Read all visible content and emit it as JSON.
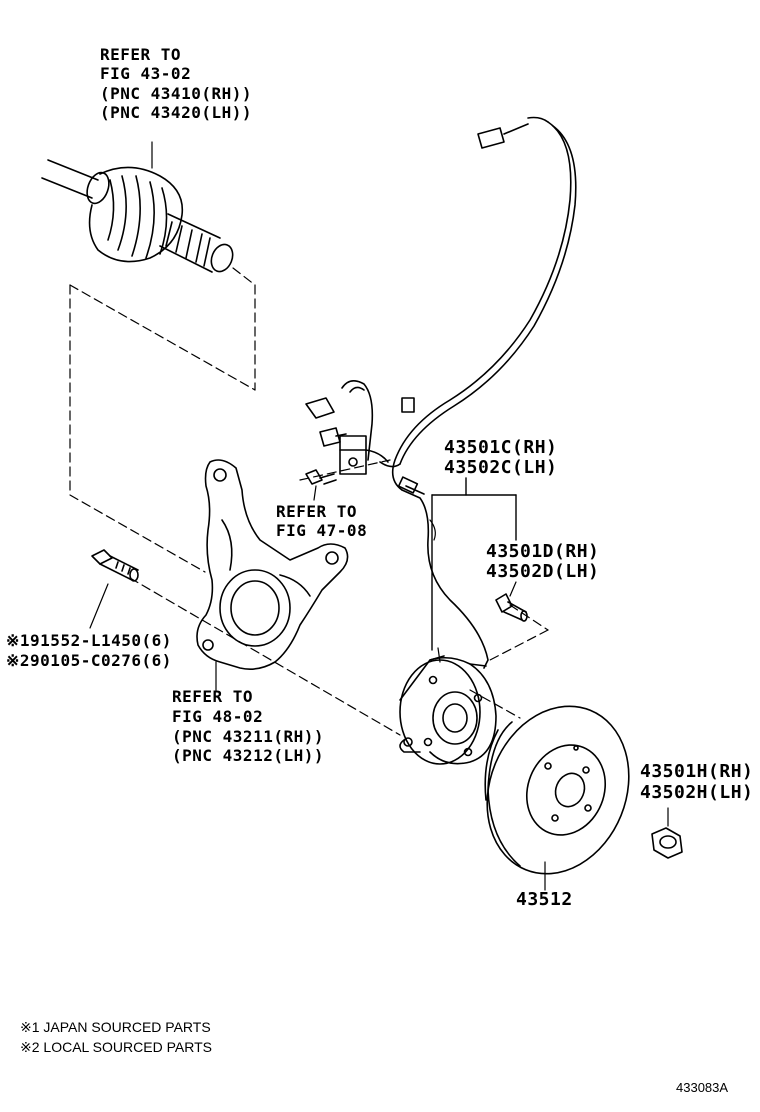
{
  "labels": {
    "drive_shaft": {
      "line1": "REFER TO",
      "line2": "FIG 43-02",
      "line3": "(PNC 43410(RH))",
      "line4": "(PNC 43420(LH))"
    },
    "sensor_ref": {
      "line1": "REFER TO",
      "line2": "FIG 47-08"
    },
    "knuckle_ref": {
      "line1": "REFER TO",
      "line2": "FIG 48-02",
      "line3": "(PNC 43211(RH))",
      "line4": "(PNC 43212(LH))"
    },
    "hub_assy": {
      "line1": "43501C(RH)",
      "line2": "43502C(LH)"
    },
    "hub_bolt": {
      "line1": "43501D(RH)",
      "line2": "43502D(LH)"
    },
    "hub_nut": {
      "line1": "43501H(RH)",
      "line2": "43502H(LH)"
    },
    "bolt_parts": {
      "line1": "※191552-L1450(6)",
      "line2": "※290105-C0276(6)"
    },
    "disc": "43512"
  },
  "notes": {
    "note1": "※1 JAPAN SOURCED PARTS",
    "note2": "※2 LOCAL SOURCED PARTS"
  },
  "illustration_id": "433083A",
  "colors": {
    "ink": "#000000",
    "paper": "#ffffff"
  }
}
